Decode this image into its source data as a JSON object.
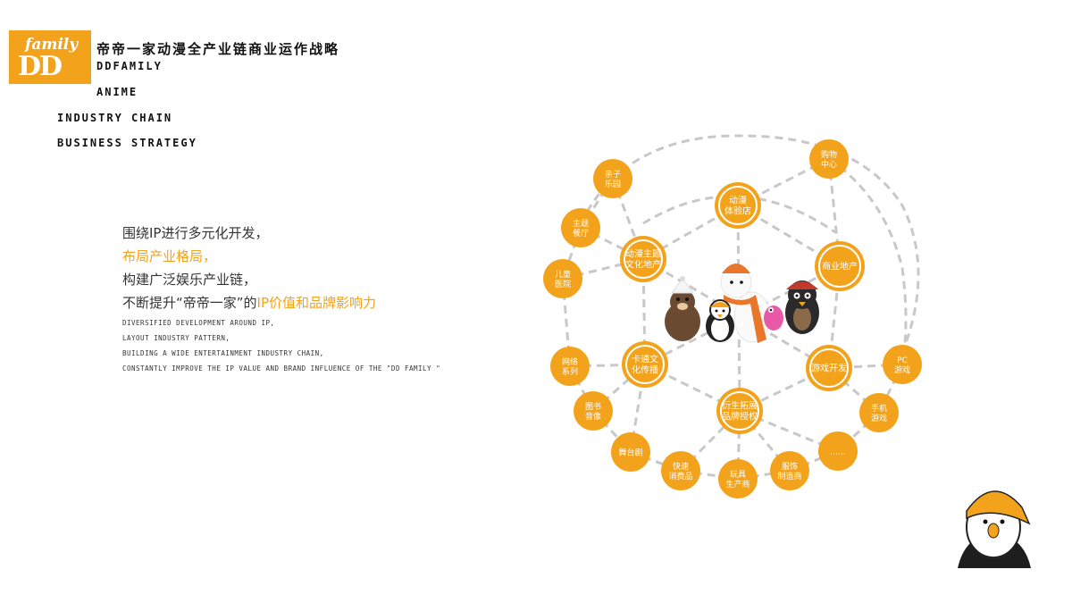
{
  "logo": {
    "top": "family",
    "bottom": "DD"
  },
  "header": {
    "title_cn": "帝帝一家动漫全产业链商业运作战略",
    "title_en": [
      "DDFAMILY",
      "ANIME",
      "INDUSTRY CHAIN",
      "BUSINESS STRATEGY"
    ]
  },
  "intro": {
    "line1": "围绕IP进行多元化开发，",
    "line2": "布局产业格局，",
    "line3": "构建广泛娱乐产业链，",
    "line4_prefix": "不断提升“帝帝一家”的",
    "line4_highlight": "IP价值和品牌影响力",
    "en": [
      "DIVERSIFIED DEVELOPMENT AROUND IP,",
      "LAYOUT INDUSTRY PATTERN,",
      "BUILDING A WIDE ENTERTAINMENT INDUSTRY CHAIN,",
      "CONSTANTLY IMPROVE THE IP VALUE AND BRAND INFLUENCE OF THE \"DD FAMILY \""
    ]
  },
  "diagram": {
    "colors": {
      "node": "#f2a21b",
      "ring": "#ffffff",
      "line": "#c8c8c8"
    },
    "inner_nodes": [
      {
        "id": "dongman-tiyan",
        "lines": [
          "动漫",
          "体验店"
        ]
      },
      {
        "id": "dongman-zhuti",
        "lines": [
          "动漫主题",
          "文化地产"
        ]
      },
      {
        "id": "shangye-dichan",
        "lines": [
          "商业地产"
        ]
      },
      {
        "id": "katon-wenhua",
        "lines": [
          "卡通文",
          "化传播"
        ]
      },
      {
        "id": "youxi-kaifa",
        "lines": [
          "游戏开发"
        ]
      },
      {
        "id": "yansheng-tuozhan",
        "lines": [
          "衍生拓展",
          "品牌授权"
        ]
      }
    ],
    "outer_nodes": [
      {
        "id": "gouwu",
        "lines": [
          "购物",
          "中心"
        ]
      },
      {
        "id": "qinzi",
        "lines": [
          "亲子",
          "乐园"
        ]
      },
      {
        "id": "zhuti-canting",
        "lines": [
          "主题",
          "餐厅"
        ]
      },
      {
        "id": "ertong-yiyuan",
        "lines": [
          "儿童",
          "医院"
        ]
      },
      {
        "id": "wangluo",
        "lines": [
          "网络",
          "系列"
        ]
      },
      {
        "id": "tushu",
        "lines": [
          "图书",
          "音像"
        ]
      },
      {
        "id": "wutaiju",
        "lines": [
          "舞台剧"
        ]
      },
      {
        "id": "kuaisu",
        "lines": [
          "快速",
          "消费品"
        ]
      },
      {
        "id": "wanju",
        "lines": [
          "玩具",
          "生产商"
        ]
      },
      {
        "id": "fushi",
        "lines": [
          "服饰",
          "制造商"
        ]
      },
      {
        "id": "more",
        "lines": [
          "……"
        ]
      },
      {
        "id": "shouji",
        "lines": [
          "手机",
          "游戏"
        ]
      },
      {
        "id": "pc",
        "lines": [
          "PC",
          "游戏"
        ]
      }
    ]
  }
}
